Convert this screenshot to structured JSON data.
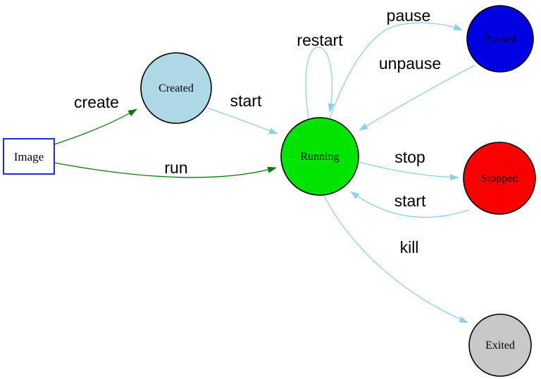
{
  "diagram": {
    "background": "#ffffff",
    "nodes": {
      "image": {
        "label": "Image",
        "fill": "#ffffff",
        "stroke": "#2626dd"
      },
      "created": {
        "label": "Created",
        "fill": "#add8e6",
        "stroke": "#000000"
      },
      "running": {
        "label": "Running",
        "fill": "#00e400",
        "stroke": "#000000"
      },
      "paused": {
        "label": "Paused",
        "fill": "#0000e0",
        "stroke": "#000000"
      },
      "stopped": {
        "label": "Stopped",
        "fill": "#fa0000",
        "stroke": "#000000"
      },
      "exited": {
        "label": "Exited",
        "fill": "#c8c8c8",
        "stroke": "#000000"
      }
    },
    "edges": {
      "create": {
        "label": "create",
        "from": "image",
        "to": "created"
      },
      "run": {
        "label": "run",
        "from": "image",
        "to": "running"
      },
      "start_created": {
        "label": "start",
        "from": "created",
        "to": "running"
      },
      "restart": {
        "label": "restart",
        "from": "running",
        "to": "running"
      },
      "pause": {
        "label": "pause",
        "from": "running",
        "to": "paused"
      },
      "unpause": {
        "label": "unpause",
        "from": "paused",
        "to": "running"
      },
      "stop": {
        "label": "stop",
        "from": "running",
        "to": "stopped"
      },
      "start_stopped": {
        "label": "start",
        "from": "stopped",
        "to": "running"
      },
      "kill": {
        "label": "kill",
        "from": "running",
        "to": "exited"
      }
    },
    "colors": {
      "edge_blue": "#8dd0ee",
      "edge_green": "#0a790a",
      "label_text": "#000000"
    }
  }
}
